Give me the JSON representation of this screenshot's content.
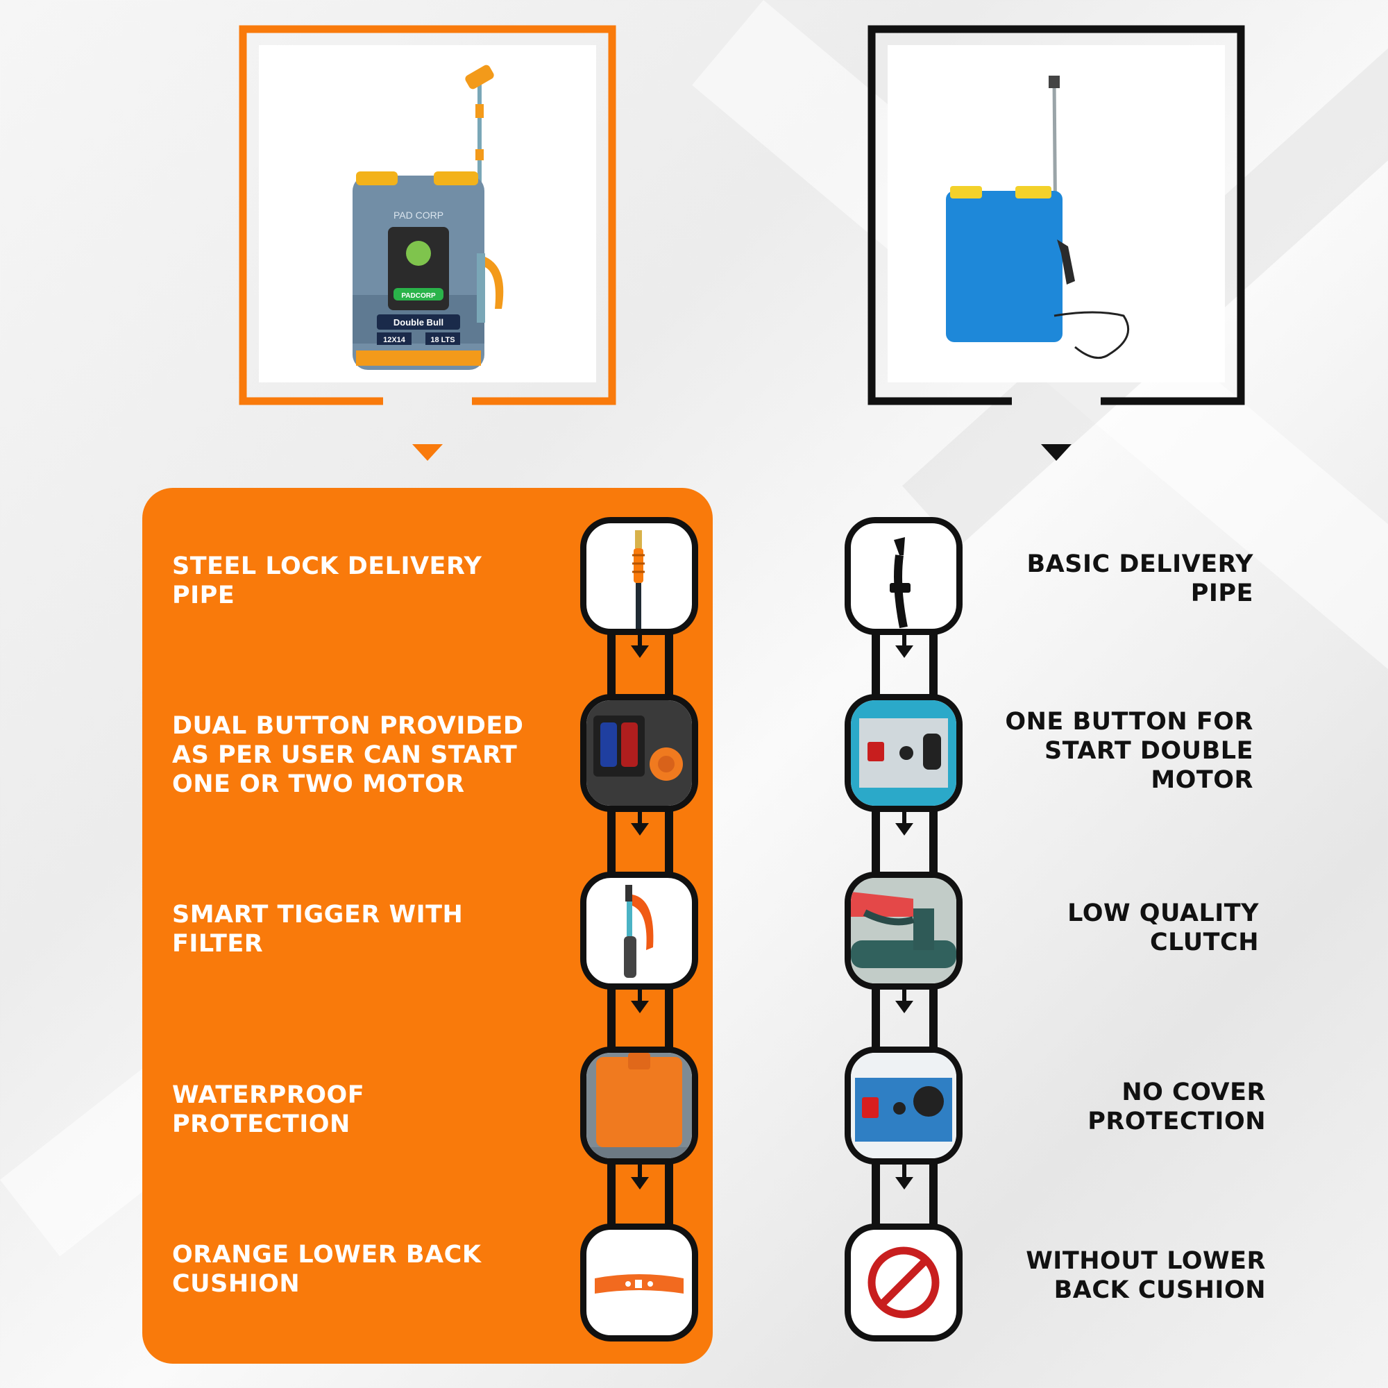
{
  "colors": {
    "accent": "#f97a0b",
    "dark": "#111111",
    "blue": "#1e88d9"
  },
  "products": {
    "left": {
      "brand": "PAD CORP",
      "model": "Double Bull",
      "badge": "PADCORP",
      "spec_left": "12X14",
      "spec_right": "18 LTS"
    }
  },
  "features_left": [
    {
      "text": "STEEL LOCK DELIVERY PIPE",
      "icon": "delivery-pipe-icon"
    },
    {
      "text": "DUAL BUTTON PROVIDED AS PER USER CAN START ONE OR TWO MOTOR",
      "icon": "dual-button-icon"
    },
    {
      "text": "SMART TIGGER WITH FILTER",
      "icon": "trigger-icon"
    },
    {
      "text": "WATERPROOF PROTECTION",
      "icon": "waterproof-cover-icon"
    },
    {
      "text": "ORANGE LOWER BACK CUSHION",
      "icon": "back-cushion-icon"
    }
  ],
  "features_right": [
    {
      "text": "BASIC DELIVERY PIPE",
      "icon": "basic-pipe-icon"
    },
    {
      "text": "ONE BUTTON FOR START DOUBLE MOTOR",
      "icon": "single-button-icon"
    },
    {
      "text": "LOW QUALITY CLUTCH",
      "icon": "clutch-icon"
    },
    {
      "text": "NO COVER PROTECTION",
      "icon": "no-cover-icon"
    },
    {
      "text": "WITHOUT LOWER BACK CUSHION",
      "icon": "prohibited-icon"
    }
  ]
}
